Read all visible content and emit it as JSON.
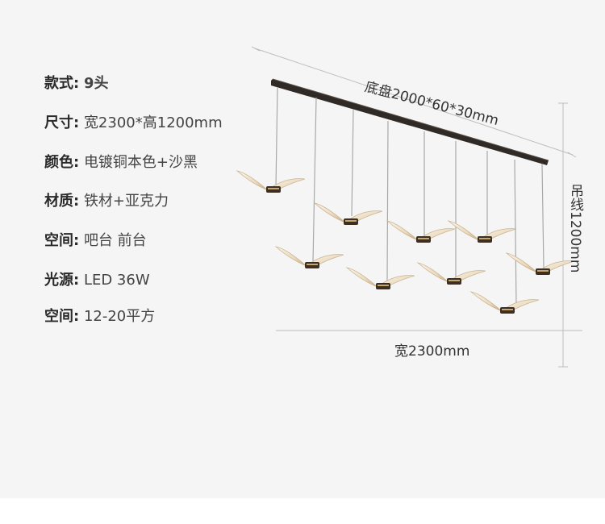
{
  "specs": [
    {
      "key": "款式:",
      "value": "9头"
    },
    {
      "key": "尺寸:",
      "value": "宽2300*高1200mm"
    },
    {
      "key": "颜色:",
      "value": "电镀铜本色+沙黑"
    },
    {
      "key": "材质:",
      "value": "铁材+亚克力"
    },
    {
      "key": "空间:",
      "value": "吧台 前台"
    },
    {
      "key": "光源:",
      "value": "LED 36W"
    },
    {
      "key": "空间:",
      "value": "12-20平方"
    }
  ],
  "dimensions": {
    "base": "底盘2000*60*30mm",
    "width": "宽2300mm",
    "drop": "吊线1200mm"
  },
  "colors": {
    "background": "#f5f5f5",
    "canopy": "#2f2a26",
    "wing_light": "#f3ece0",
    "wing_shade": "#c7ab7a",
    "led_body": "#3a2f22",
    "wire": "#a8a8a8",
    "dim_line": "#bdbdbd"
  }
}
